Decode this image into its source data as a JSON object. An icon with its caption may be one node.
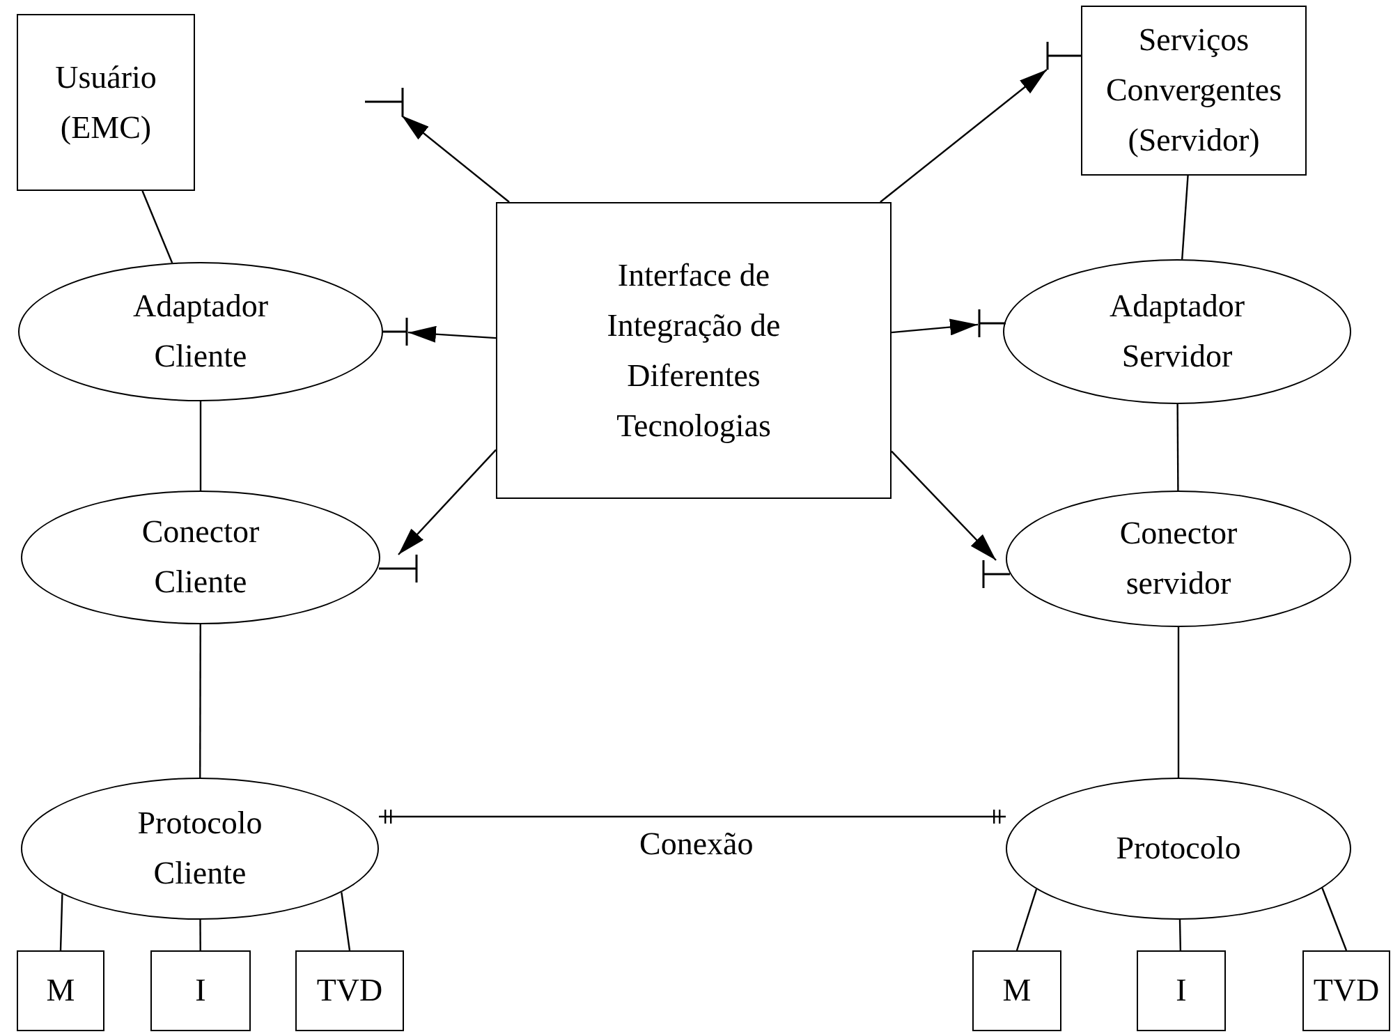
{
  "diagram": {
    "nodes": [
      {
        "text": [
          "Usuário (EMC)"
        ]
      },
      {
        "text": [
          "Adaptador Cliente"
        ]
      },
      {
        "text": [
          "Conector Cliente"
        ]
      },
      {
        "text": [
          "Protocolo Cliente"
        ]
      },
      {
        "text": [
          "M"
        ]
      },
      {
        "text": [
          "I"
        ]
      },
      {
        "text": [
          "TVD"
        ]
      },
      {
        "text": [
          "Interface de Integração de Diferentes Tecnologias"
        ]
      },
      {
        "text": [
          "Serviços Convergentes (Servidor)"
        ]
      },
      {
        "text": [
          "Adaptador Servidor"
        ]
      },
      {
        "text": [
          "Conector servidor"
        ]
      },
      {
        "text": [
          "Protocolo"
        ]
      },
      {
        "text": [
          "M"
        ]
      },
      {
        "text": [
          "I"
        ]
      },
      {
        "text": [
          "TVD"
        ]
      },
      {
        "text": [],
        "shape": "bar"
      },
      {
        "text": [],
        "shape": "bar"
      },
      {
        "text": [],
        "shape": "bar"
      },
      {
        "text": [],
        "shape": "bar"
      },
      {
        "text": [],
        "shape": "bar"
      },
      {
        "text": [],
        "shape": "bar"
      }
    ],
    "edges": [
      {
        "from": 0,
        "to": 1,
        "arrow": "none"
      },
      {
        "from": 1,
        "to": 2,
        "arrow": "none"
      },
      {
        "from": 2,
        "to": 3,
        "arrow": "none"
      },
      {
        "from": 3,
        "to": 4,
        "arrow": "none"
      },
      {
        "from": 3,
        "to": 5,
        "arrow": "none"
      },
      {
        "from": 3,
        "to": 6,
        "arrow": "none"
      },
      {
        "from": 8,
        "to": 9,
        "arrow": "none"
      },
      {
        "from": 9,
        "to": 10,
        "arrow": "none"
      },
      {
        "from": 10,
        "to": 11,
        "arrow": "none"
      },
      {
        "from": 11,
        "to": 12,
        "arrow": "none"
      },
      {
        "from": 11,
        "to": 13,
        "arrow": "none"
      },
      {
        "from": 11,
        "to": 14,
        "arrow": "none"
      },
      {
        "from": 3,
        "to": 11,
        "arrow": "other",
        "label": "Conexão"
      },
      {
        "from": 7,
        "to": 15,
        "arrow": "to"
      },
      {
        "from": 7,
        "to": 16,
        "arrow": "to"
      },
      {
        "from": 7,
        "to": 17,
        "arrow": "to"
      },
      {
        "from": 7,
        "to": 18,
        "arrow": "to"
      },
      {
        "from": 7,
        "to": 19,
        "arrow": "to"
      },
      {
        "from": 7,
        "to": 20,
        "arrow": "to"
      }
    ]
  }
}
